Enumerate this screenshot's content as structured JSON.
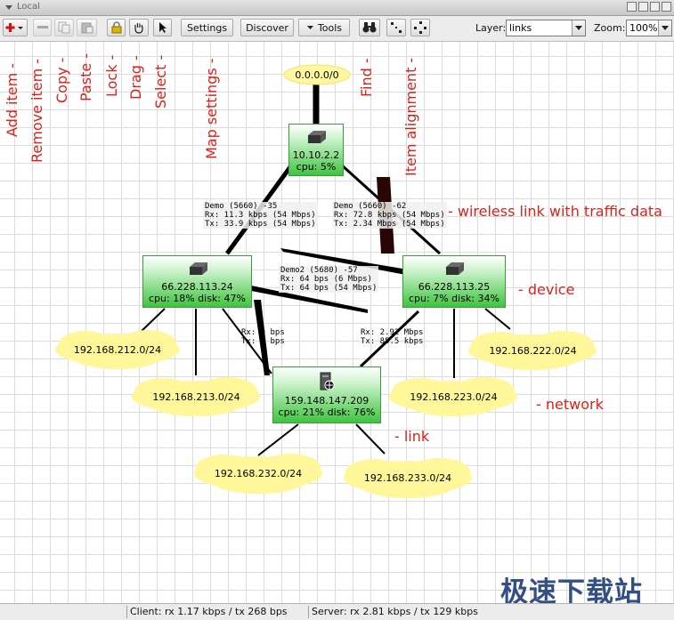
{
  "window": {
    "title": "Local"
  },
  "toolbar": {
    "settings_label": "Settings",
    "discover_label": "Discover",
    "tools_label": "Tools",
    "layer_label": "Layer:",
    "layer_value": "links",
    "zoom_label": "Zoom:",
    "zoom_value": "100%"
  },
  "annotations": {
    "add_item": "Add item -",
    "remove_item": "Remove item -",
    "copy": "Copy -",
    "paste": "Paste -",
    "lock": "Lock -",
    "drag": "Drag -",
    "select": "Select -",
    "map_settings": "Map settings -",
    "find": "Find -",
    "item_alignment": "Item alignment -",
    "wireless_link": "- wireless link with traffic data",
    "device": "- device",
    "network": "- network",
    "link": "- link"
  },
  "devices": [
    {
      "ip": "10.10.2.2",
      "stat": "cpu: 5%"
    },
    {
      "ip": "66.228.113.24",
      "stat": "cpu: 18% disk: 47%"
    },
    {
      "ip": "66.228.113.25",
      "stat": "cpu: 7% disk: 34%"
    },
    {
      "ip": "159.148.147.209",
      "stat": "cpu: 21% disk: 76%"
    }
  ],
  "networks": [
    "0.0.0.0/0",
    "192.168.212.0/24",
    "192.168.213.0/24",
    "192.168.222.0/24",
    "192.168.223.0/24",
    "192.168.232.0/24",
    "192.168.233.0/24"
  ],
  "links": {
    "demo_left": {
      "name": "Demo (5660) -35",
      "rx": "Rx: 11.3 kbps (54 Mbps)",
      "tx": "Tx: 33.9 kbps (54 Mbps)"
    },
    "demo_right": {
      "name": "Demo (5660) -62",
      "rx": "Rx: 72.8 kbps (54 Mbps)",
      "tx": "Tx: 2.34 Mbps (54 Mbps)"
    },
    "demo2": {
      "name": "Demo2 (5680) -57",
      "rx": "Rx: 64 bps (6 Mbps)",
      "tx": "Tx: 64 bps (54 Mbps)"
    },
    "left_low": {
      "rx": "Rx: 0 bps",
      "tx": "Tx: 0 bps"
    },
    "right_low": {
      "rx": "Rx: 2.92 Mbps",
      "tx": "Tx: 85.5 kbps"
    }
  },
  "status": {
    "client": "Client: rx 1.17 kbps / tx 268 bps",
    "server": "Server: rx 2.81 kbps / tx 129 kbps"
  },
  "watermark": "极速下载站"
}
